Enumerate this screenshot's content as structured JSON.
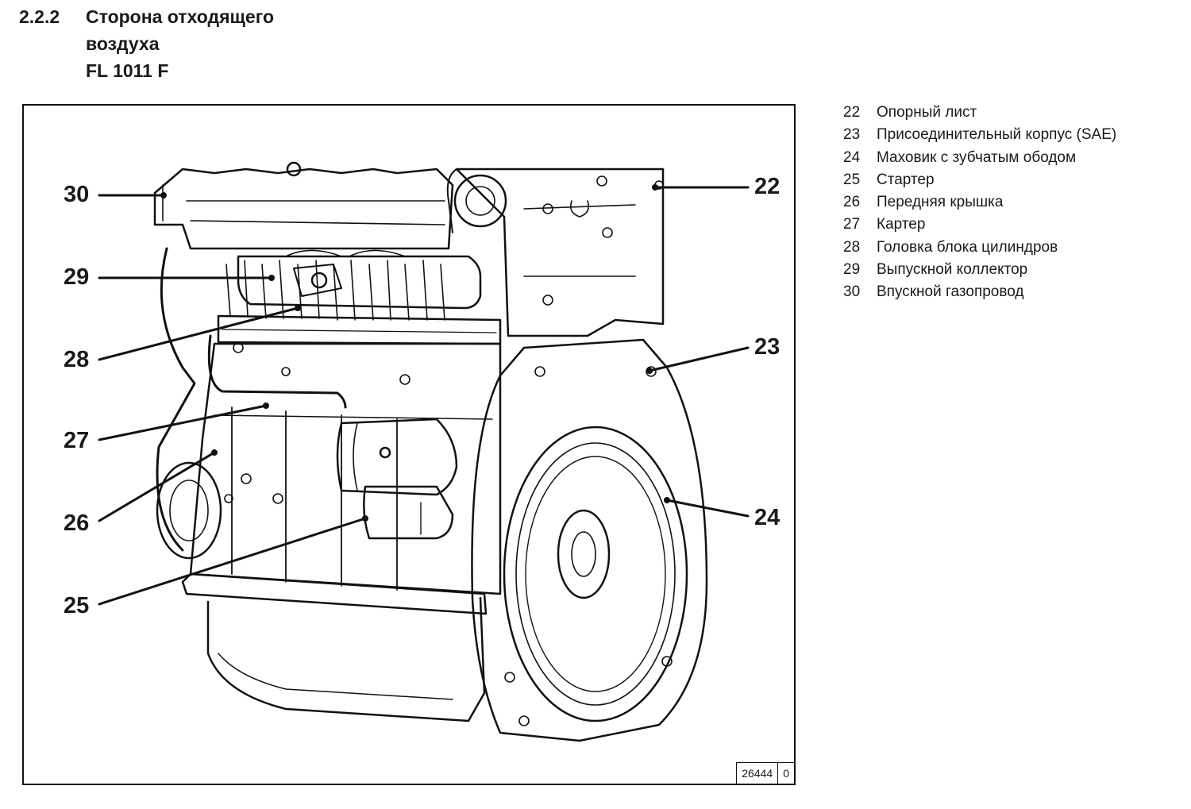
{
  "heading": {
    "number": "2.2.2",
    "lines": [
      "Сторона отходящего",
      "воздуха",
      "FL 1011 F"
    ]
  },
  "figure": {
    "figure_number": "26444",
    "figure_revision": "0",
    "callouts": [
      "30",
      "29",
      "28",
      "27",
      "26",
      "25",
      "22",
      "23",
      "24"
    ]
  },
  "legend": [
    {
      "num": "22",
      "label": "Опорный лист"
    },
    {
      "num": "23",
      "label": "Присоединительный корпус (SAE)"
    },
    {
      "num": "24",
      "label": "Маховик с зубчатым ободом"
    },
    {
      "num": "25",
      "label": "Стартер"
    },
    {
      "num": "26",
      "label": "Передняя крышка"
    },
    {
      "num": "27",
      "label": "Картер"
    },
    {
      "num": "28",
      "label": "Головка блока цилиндров"
    },
    {
      "num": "29",
      "label": "Выпускной коллектор"
    },
    {
      "num": "30",
      "label": "Впускной газопровод"
    }
  ]
}
